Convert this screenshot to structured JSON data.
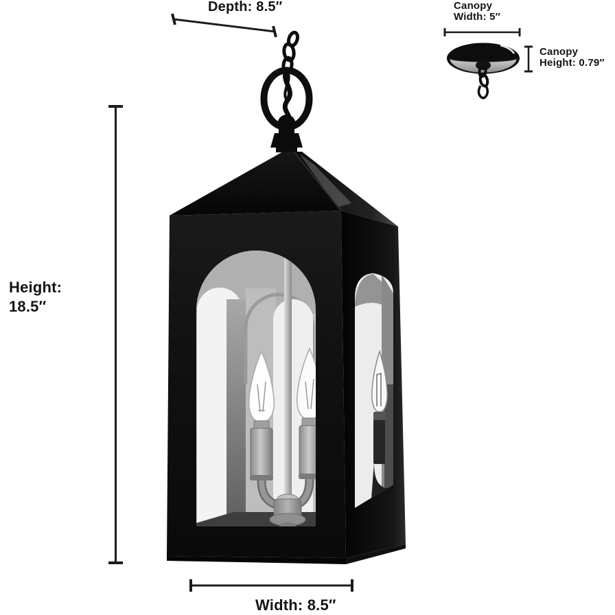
{
  "diagram": {
    "background": "#ffffff",
    "figures": {
      "main": "pendant-lantern",
      "secondary": "ceiling-canopy"
    },
    "labels": {
      "depth": "Depth: 8.5″",
      "canopy_width_line1": "Canopy",
      "canopy_width_line2": "Width: 5″",
      "canopy_height_line1": "Canopy",
      "canopy_height_line2": "Height: 0.79″",
      "height_line1": "Height:",
      "height_line2": "18.5″",
      "width": "Width: 8.5″"
    },
    "measurements": {
      "depth_inches": 8.5,
      "height_inches": 18.5,
      "width_inches": 8.5,
      "canopy_width_inches": 5,
      "canopy_height_inches": 0.79
    },
    "colors": {
      "dimension_line": "#1c1c1c",
      "label_text": "#141414",
      "fixture_black": "#0e0e0e",
      "interior_light": "#f2f2f2",
      "interior_gray": "#b5b5b5",
      "metal_gray": "#9a9a9a"
    }
  }
}
